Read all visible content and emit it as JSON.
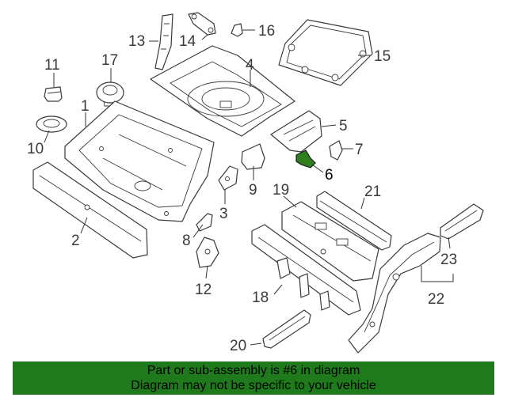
{
  "callouts": {
    "c1": "1",
    "c2": "2",
    "c3": "3",
    "c4": "4",
    "c5": "5",
    "c6": "6",
    "c7": "7",
    "c8": "8",
    "c9": "9",
    "c10": "10",
    "c11": "11",
    "c12": "12",
    "c13": "13",
    "c14": "14",
    "c15": "15",
    "c16": "16",
    "c17": "17",
    "c18": "18",
    "c19": "19",
    "c20": "20",
    "c21": "21",
    "c22": "22",
    "c23": "23"
  },
  "footer": {
    "line1": "Part or sub-assembly is #6 in diagram",
    "line2": "Diagram may not be specific to your vehicle"
  },
  "colors": {
    "highlight": "#2f7f1f",
    "banner": "#1f7a1b"
  }
}
